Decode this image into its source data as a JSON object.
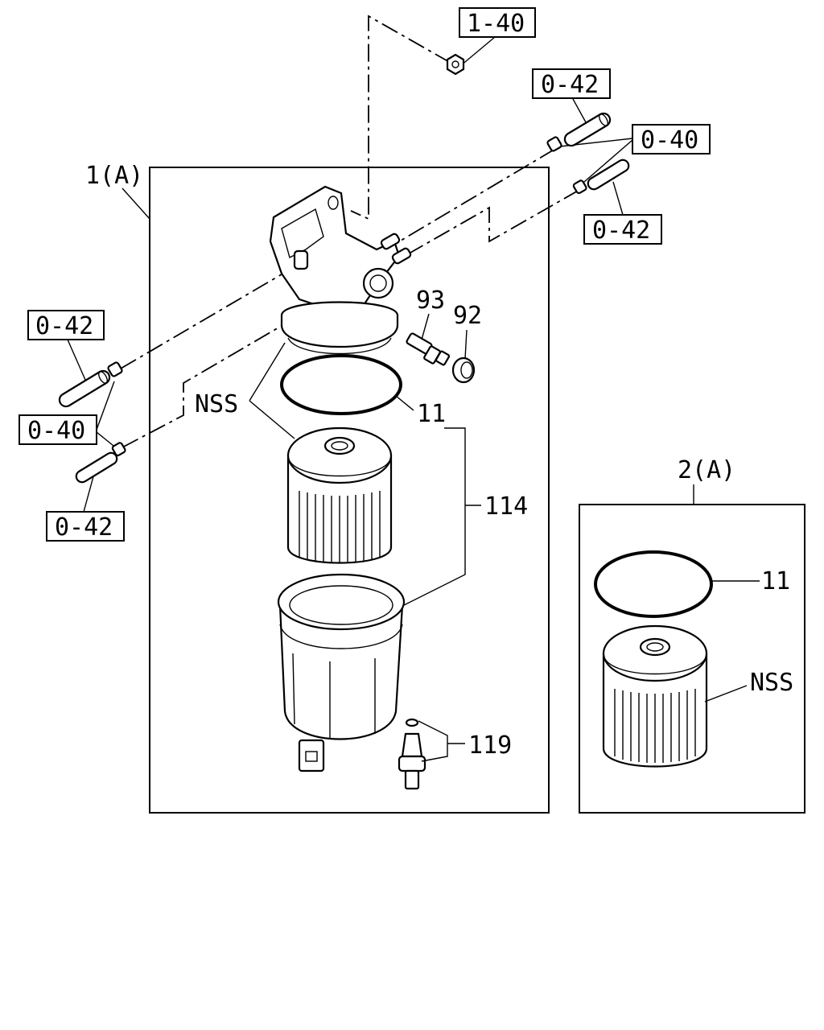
{
  "diagram": {
    "callouts": {
      "ref_1_40": "1-40",
      "ref_0_42_top": "0-42",
      "ref_0_40_right": "0-40",
      "ref_0_42_right": "0-42",
      "ref_0_42_left": "0-42",
      "ref_0_40_left": "0-40",
      "ref_0_42_bottom": "0-42"
    },
    "assembly_1": {
      "label": "1(A)",
      "parts": {
        "p93": "93",
        "p92": "92",
        "nss": "NSS",
        "p11": "11",
        "p114": "114",
        "p119": "119"
      }
    },
    "assembly_2": {
      "label": "2(A)",
      "parts": {
        "p11": "11",
        "nss": "NSS"
      }
    }
  }
}
